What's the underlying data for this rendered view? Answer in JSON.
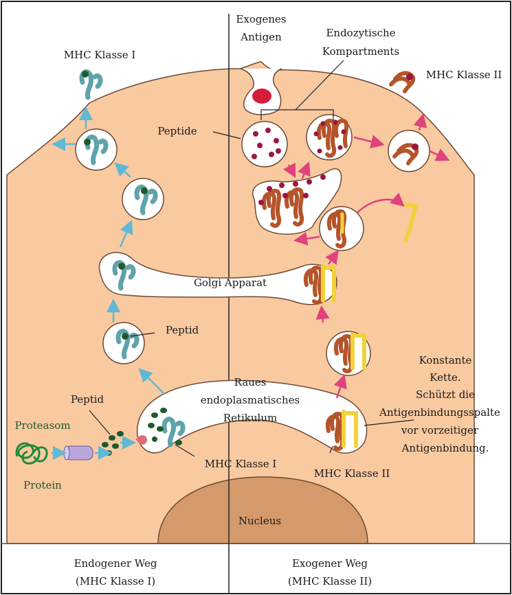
{
  "labels": {
    "exogenes_antigen": [
      "Exogenes",
      "Antigen"
    ],
    "endozytische": [
      "Endozytische",
      "Kompartments"
    ],
    "mhc1_top": "MHC Klasse I",
    "mhc2_top": "MHC Klasse II",
    "peptide": "Peptide",
    "golgi": "Golgi Apparat",
    "peptid_mid": "Peptid",
    "peptid_low": "Peptid",
    "proteasom": "Proteasom",
    "protein": "Protein",
    "raues_er": [
      "Raues",
      "endoplasmatisches",
      "Retikulum"
    ],
    "mhc1_bottom": "MHC Klasse I",
    "mhc2_bottom": "MHC Klasse II",
    "konstante": [
      "Konstante",
      "Kette.",
      "Schützt die",
      "Antigenbindungsspalte",
      "vor vorzeitiger",
      "Antigenbindung."
    ],
    "nucleus": "Nucleus",
    "endogener": [
      "Endogener Weg",
      "(MHC Klasse I)"
    ],
    "exogener": [
      "Exogener Weg",
      "(MHC Klasse II)"
    ]
  },
  "colors": {
    "cytoplasm": "#f9c9a0",
    "nucleus": "#d59a6c",
    "mhc1": "#5fa3ab",
    "mhc2": "#b5542a",
    "invariant_chain": "#f2d23a",
    "peptide_class1": "#1f5a2e",
    "peptide_class2": "#9c1540",
    "antigen": "#d61c3b",
    "arrow_class1": "#5fb9d4",
    "arrow_class2": "#e0427c",
    "proteasome": "#b9a7dc"
  }
}
